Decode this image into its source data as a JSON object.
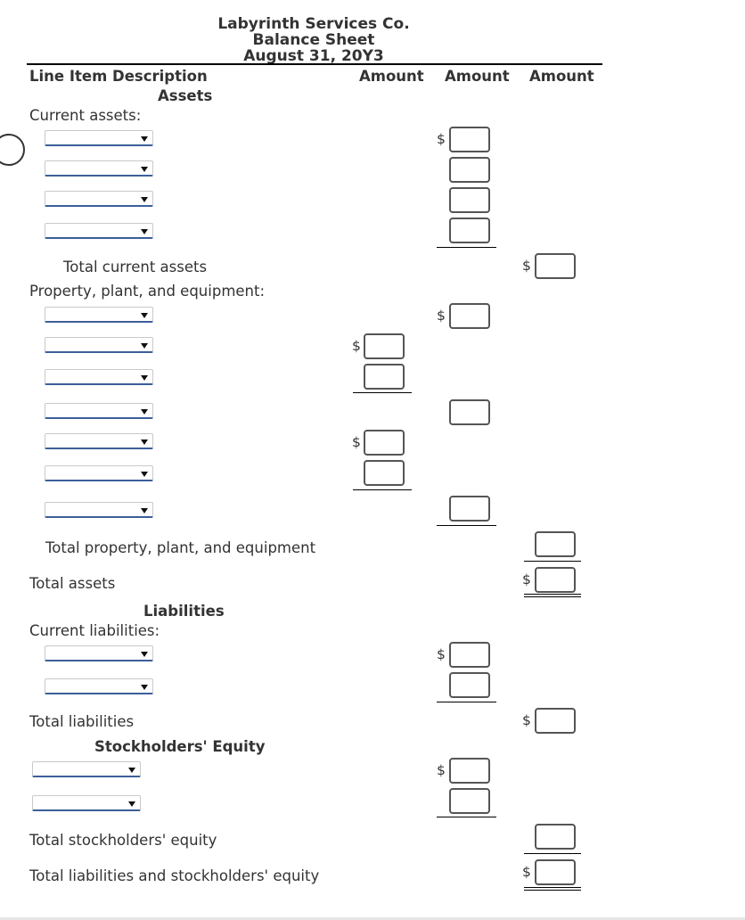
{
  "header": {
    "company": "Labyrinth Services Co.",
    "statement": "Balance Sheet",
    "date": "August 31, 20Y3"
  },
  "columns": {
    "description": "Line Item Description",
    "amount1": "Amount",
    "amount2": "Amount",
    "amount3": "Amount"
  },
  "sections": {
    "assets": "Assets",
    "current_assets": "Current assets:",
    "total_current_assets": "Total current assets",
    "ppe": "Property, plant, and equipment:",
    "total_ppe": "Total property, plant, and equipment",
    "total_assets": "Total assets",
    "liabilities": "Liabilities",
    "current_liabilities": "Current liabilities:",
    "total_liabilities": "Total liabilities",
    "equity": "Stockholders' Equity",
    "total_equity": "Total stockholders' equity",
    "total_liab_equity": "Total liabilities and stockholders' equity"
  },
  "currency_symbol": "$"
}
